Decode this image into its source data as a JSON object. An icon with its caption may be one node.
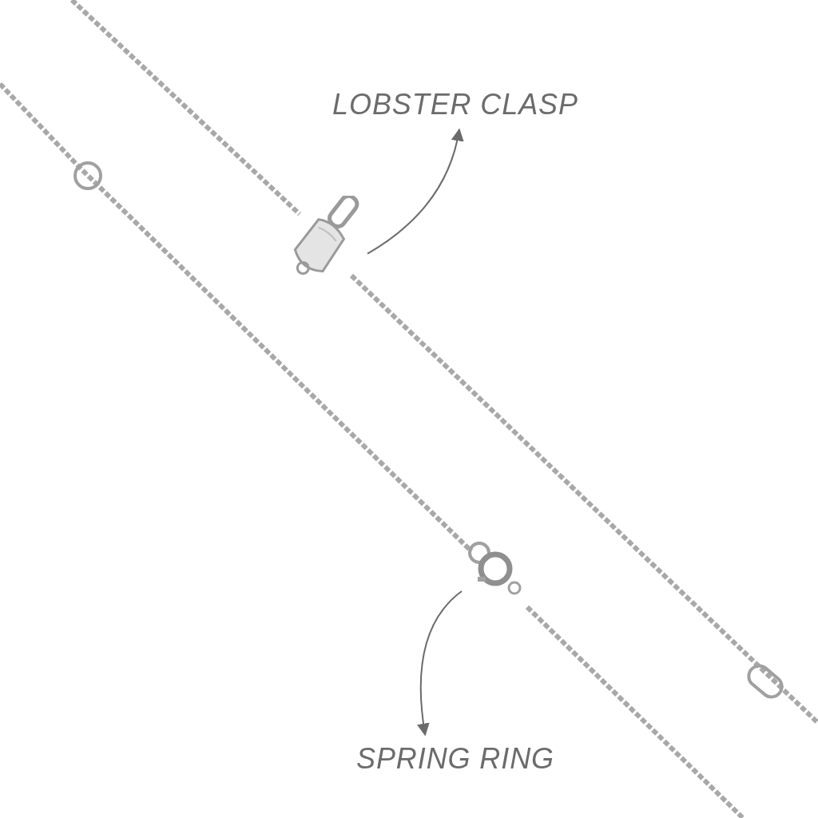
{
  "diagram": {
    "nodes": [
      {
        "text": [
          "LOBSTER CLASP"
        ]
      },
      {
        "text": [],
        "shape": "picture"
      },
      {
        "text": [],
        "shape": "picture"
      },
      {
        "text": [
          "SPRING RING"
        ]
      }
    ],
    "edges": [
      {
        "from": 1,
        "to": 0,
        "arrow": "to"
      },
      {
        "from": 2,
        "to": 3,
        "arrow": "to"
      }
    ]
  }
}
